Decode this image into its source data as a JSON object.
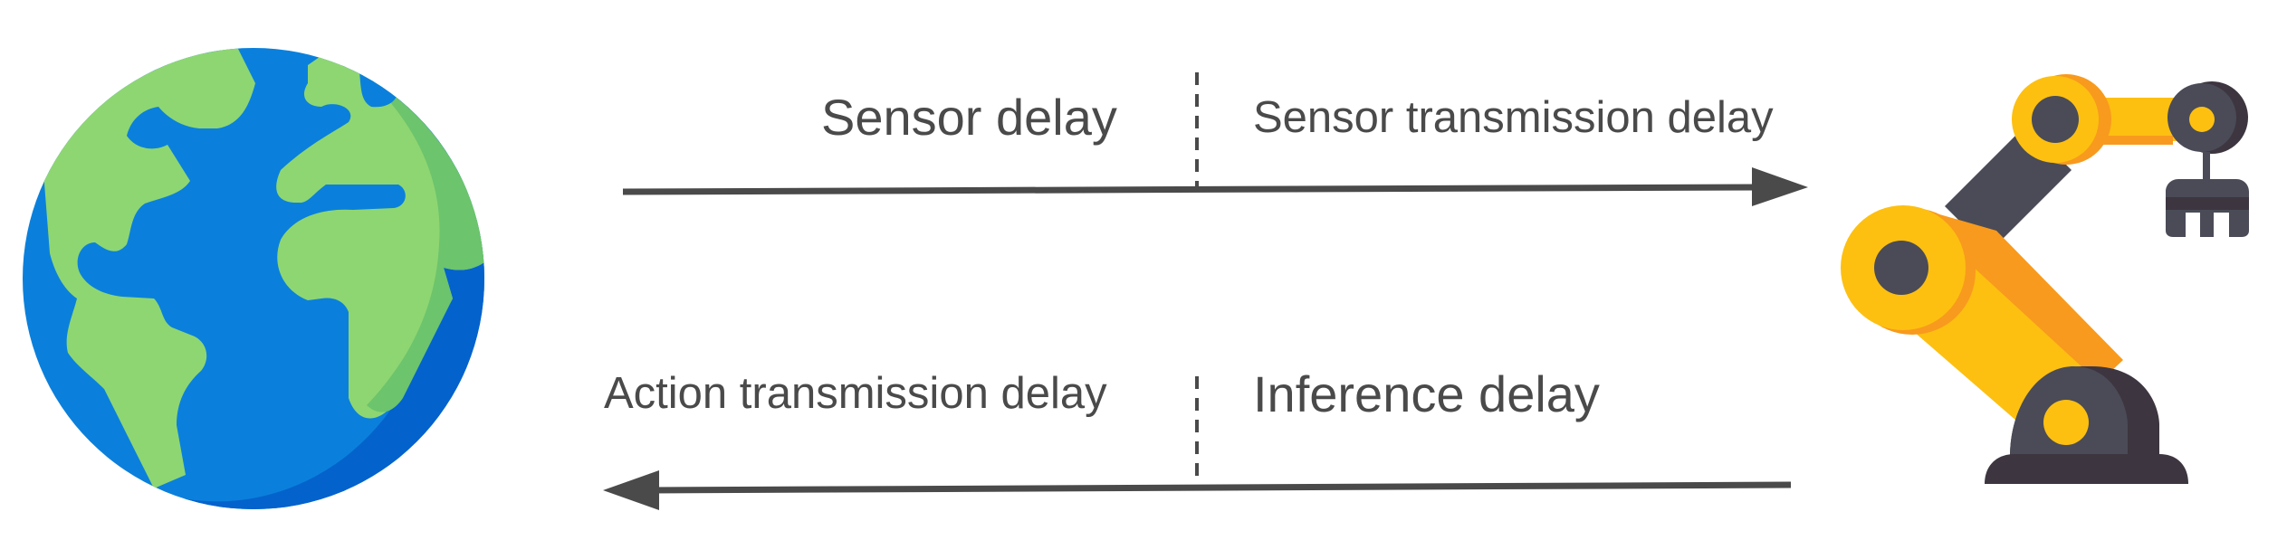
{
  "labels": {
    "sensor_delay": "Sensor delay",
    "sensor_transmission_delay": "Sensor transmission delay",
    "action_transmission_delay": "Action transmission delay",
    "inference_delay": "Inference delay"
  },
  "icons": {
    "left": "globe-icon",
    "right": "robot-arm-icon"
  },
  "colors": {
    "text": "#4a4a4a",
    "arrow": "#4a4a4a",
    "ocean": "#0a80dc",
    "ocean_shadow": "#0462cc",
    "land": "#8ed672",
    "land_shadow": "#6cc46c",
    "robot_yellow": "#fdc011",
    "robot_orange": "#f89a1d",
    "robot_dark": "#4a4b57",
    "robot_darker": "#3d353f"
  }
}
